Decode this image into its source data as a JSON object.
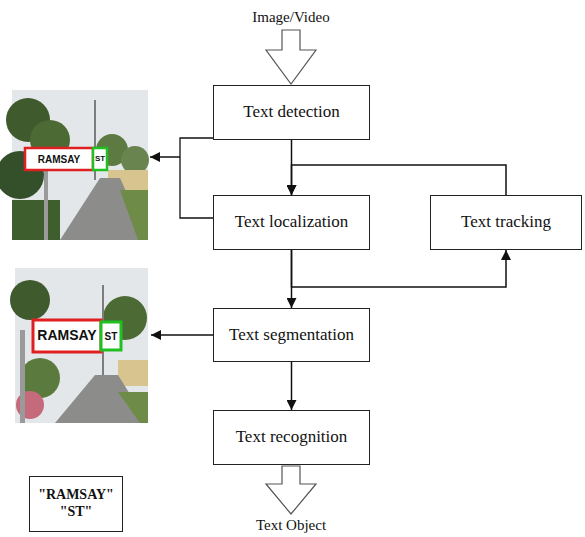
{
  "diagram": {
    "nodes": [
      {
        "text": [
          "Text detection"
        ]
      },
      {
        "text": [
          "Text localization"
        ]
      },
      {
        "text": [
          "Text tracking"
        ]
      },
      {
        "text": [
          "Text segmentation"
        ]
      },
      {
        "text": [
          "Text recognition"
        ]
      },
      {
        "text": [
          "\"RAMSAY\"",
          "\"ST\""
        ]
      }
    ],
    "edges": [
      {
        "from": 0,
        "to": 1,
        "arrow": "to"
      },
      {
        "from": 1,
        "to": 2,
        "arrow": "to"
      },
      {
        "from": 2,
        "to": 1,
        "arrow": "to"
      },
      {
        "from": 1,
        "to": 3,
        "arrow": "to"
      },
      {
        "from": 3,
        "to": 4,
        "arrow": "to"
      }
    ],
    "labels": [
      "Image/Video",
      "RAMSAY",
      "ST",
      "RAMSAY",
      "ST",
      "Text Object"
    ]
  }
}
